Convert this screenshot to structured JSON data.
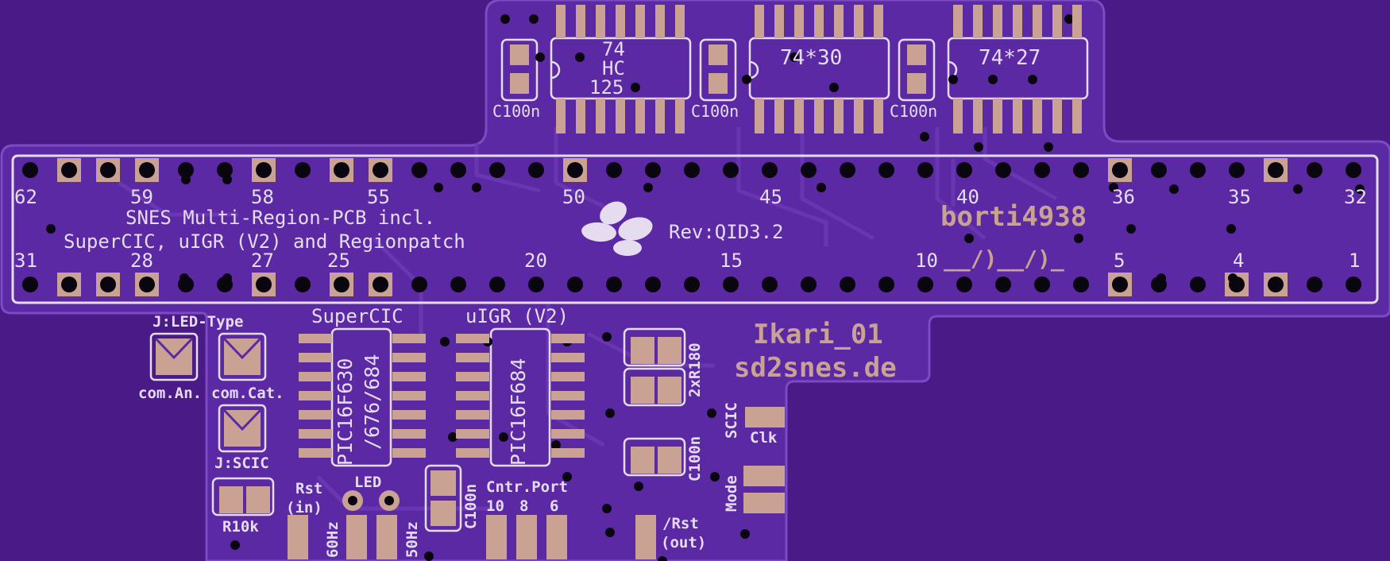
{
  "colors": {
    "background": "#4a1a86",
    "pcb": "#5a2aa0",
    "pad": "#c9a293",
    "silkscreen": "#e6dcf0",
    "copper_text": "#c9a293",
    "hole": "#0a0610"
  },
  "chips": {
    "hc125": {
      "line1": "74",
      "line2": "HC",
      "line3": "125"
    },
    "ic30": "74*30",
    "ic27": "74*27",
    "supercic_chip": {
      "line1": "PIC16F630",
      "line2": "/676/684"
    },
    "uigr_chip": "PIC16F684"
  },
  "caps": {
    "c1": "C100n",
    "c2": "C100n",
    "c3": "C100n",
    "c4": "C100n",
    "c5": "C100n"
  },
  "pin_numbers_top": [
    "62",
    "59",
    "58",
    "55",
    "50",
    "45",
    "40",
    "36",
    "35",
    "32"
  ],
  "pin_numbers_bottom": [
    "31",
    "28",
    "27",
    "25",
    "20",
    "15",
    "10",
    "5",
    "4",
    "1"
  ],
  "title": {
    "line1": "SNES Multi-Region-PCB incl.",
    "line2": "SuperCIC, uIGR (V2) and Regionpatch"
  },
  "revision": "Rev:QID3.2",
  "author": "borti4938",
  "squiggle": "__/)__/)_",
  "labels": {
    "supercic": "SuperCIC",
    "uigr": "uIGR (V2)",
    "led_type": "J:LED-Type",
    "com_an": "com.An.",
    "com_cat": "com.Cat.",
    "j_scic": "J:SCIC",
    "r10k": "R10k",
    "rst_in_1": "Rst",
    "rst_in_2": "(in)",
    "led": "LED",
    "hz60": "60Hz",
    "hz50": "50Hz",
    "cntr_port": "Cntr.Port",
    "cntr_pins": [
      "10",
      "8",
      "6"
    ],
    "rst_out_1": "/Rst",
    "rst_out_2": "(out)",
    "r180": "2xR180",
    "scic": "SCIC",
    "clk": "Clk",
    "mode": "Mode",
    "ikari": "Ikari_01",
    "website": "sd2snes.de"
  }
}
